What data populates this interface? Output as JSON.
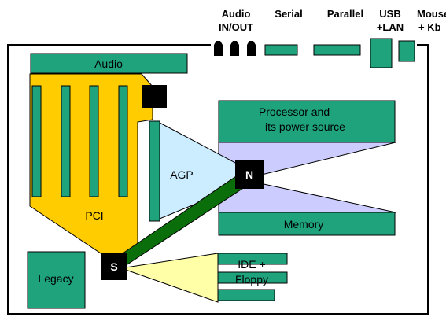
{
  "ports": {
    "audio": [
      "Audio",
      "IN/OUT"
    ],
    "serial": "Serial",
    "parallel": "Parallel",
    "usb": [
      "USB",
      "+LAN"
    ],
    "mouse": [
      "Mouse",
      "+ Kb"
    ]
  },
  "components": {
    "audio": "Audio",
    "pci": "PCI",
    "agp": "AGP",
    "north_bridge": "N",
    "south_bridge": "S",
    "processor": [
      "Processor and",
      "its power source"
    ],
    "memory": "Memory",
    "ide": [
      "IDE +",
      "Floppy"
    ],
    "legacy": "Legacy"
  },
  "colors": {
    "green": "#1fa37c",
    "pci_yellow": "#ffcc00",
    "agp_blue": "#ccecff",
    "bus_lavender": "#ccccff",
    "ide_yellow": "#ffffa8",
    "link_green": "#0a6e0a",
    "chip": "#000000"
  }
}
